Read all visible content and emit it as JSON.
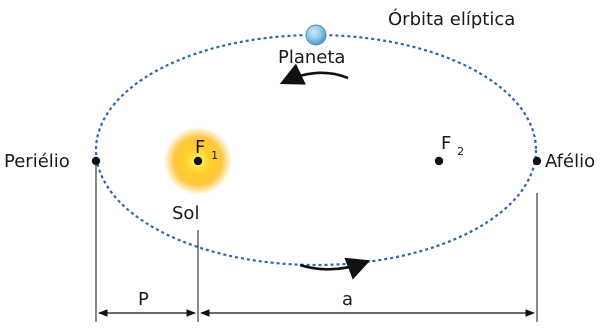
{
  "diagram": {
    "orbit_label": "Órbita elíptica",
    "planet_label": "Planeta",
    "perihelion_label": "Periélio",
    "aphelion_label": "Afélio",
    "sun_label": "Sol",
    "focus1_letter": "F",
    "focus1_sub": "1",
    "focus2_letter": "F",
    "focus2_sub": "2",
    "dimension_p": "P",
    "dimension_a": "a"
  },
  "colors": {
    "orbit": "#2d66b0",
    "planet": "#8ec6ea",
    "sun_core": "#ffd12a",
    "sun_glow": "#ffb400",
    "ink": "#111111"
  }
}
